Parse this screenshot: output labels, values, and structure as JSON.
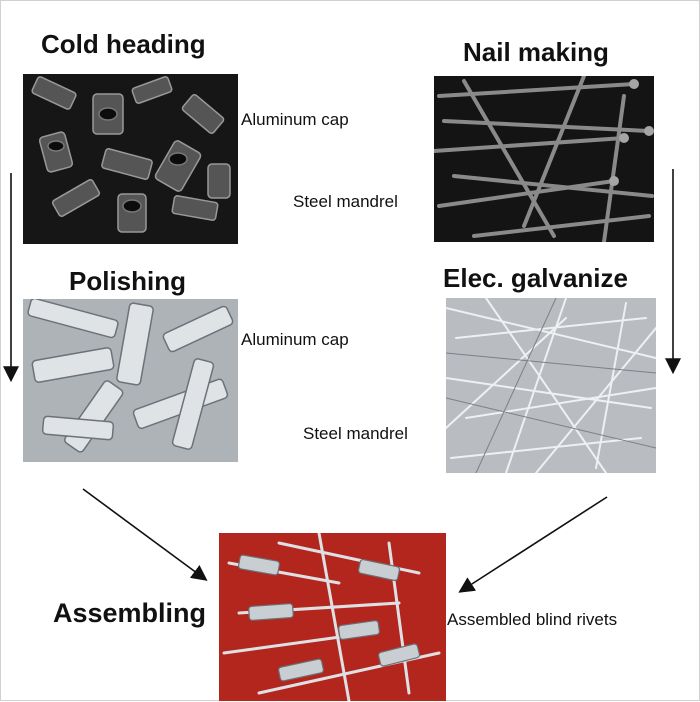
{
  "steps": {
    "cold_heading": "Cold heading",
    "nail_making": "Nail making",
    "polishing": "Polishing",
    "galvanize": "Elec. galvanize",
    "assembling": "Assembling"
  },
  "labels": {
    "aluminum_cap_1": "Aluminum cap",
    "steel_mandrel_1": "Steel mandrel",
    "aluminum_cap_2": "Aluminum cap",
    "steel_mandrel_2": "Steel mandrel",
    "assembled": "Assembled blind rivets"
  },
  "colors": {
    "dark_photo": "#1a1a1a",
    "silver_photo": "#c8ccd0",
    "red_background": "#b3261e",
    "arrow": "#111111"
  }
}
